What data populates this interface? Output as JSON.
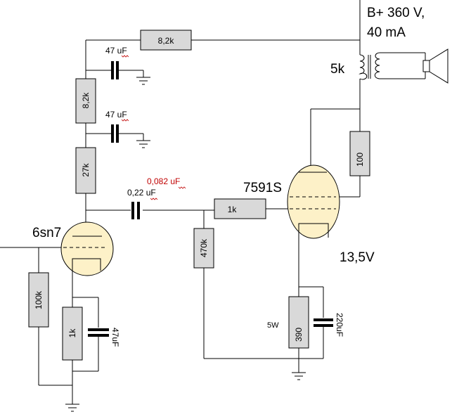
{
  "supply": {
    "voltage": "B+ 360 V,",
    "current": "40 mA"
  },
  "transformer": {
    "label": "5k"
  },
  "tubes": {
    "input": {
      "label": "6sn7"
    },
    "output": {
      "label": "7591S",
      "bias_voltage": "13,5V"
    }
  },
  "resistors": {
    "r_top": "8,2k",
    "r_mid": "8,2k",
    "r_plate": "27k",
    "r_input_shunt": "100k",
    "r_cathode_input": "1k",
    "r_grid_leak": "470k",
    "r_grid_stopper": "1k",
    "r_screen": "100",
    "r_cathode_output": "390",
    "r_cathode_output_power": "5W"
  },
  "capacitors": {
    "c_filter_top": "47 uF",
    "c_filter_mid": "47 uF",
    "c_coupling": "0,22 uF",
    "c_coupling_alt": "0,082 uF",
    "c_cathode_input": "47uF",
    "c_cathode_output": "220uF"
  },
  "colors": {
    "annotation": "#c00000",
    "tube_fill": "#fdf1c8",
    "resistor_fill": "#d9d9d9"
  }
}
